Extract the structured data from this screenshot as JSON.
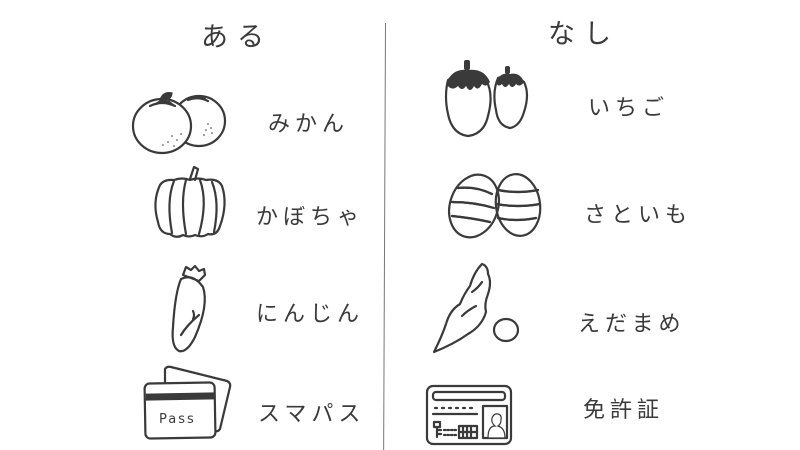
{
  "columns": [
    {
      "heading": "ある",
      "items": [
        {
          "label": "みかん",
          "icon": "mandarin-orange-icon"
        },
        {
          "label": "かぼちゃ",
          "icon": "pumpkin-icon"
        },
        {
          "label": "にんじん",
          "icon": "carrot-icon"
        },
        {
          "label": "スマパス",
          "icon": "pass-card-icon",
          "card_text": "Pass"
        }
      ]
    },
    {
      "heading": "なし",
      "items": [
        {
          "label": "いちご",
          "icon": "strawberry-icon"
        },
        {
          "label": "さといも",
          "icon": "taro-icon"
        },
        {
          "label": "えだまめ",
          "icon": "edamame-icon"
        },
        {
          "label": "免許証",
          "icon": "drivers-license-icon"
        }
      ]
    }
  ],
  "colors": {
    "ink": "#3a3a3a",
    "background": "#ffffff",
    "divider": "#777777"
  }
}
